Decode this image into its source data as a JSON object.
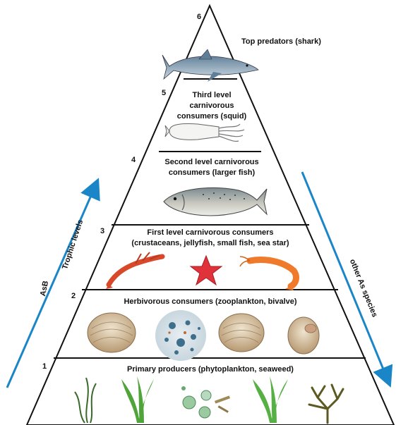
{
  "pyramid": {
    "levels": [
      {
        "number": "6",
        "lines": [
          "Top predators (shark)"
        ]
      },
      {
        "number": "5",
        "lines": [
          "Third level",
          "carnivorous",
          "consumers (squid)"
        ]
      },
      {
        "number": "4",
        "lines": [
          "Second level carnivorous",
          "consumers (larger fish)"
        ]
      },
      {
        "number": "3",
        "lines": [
          "First level carnivorous consumers",
          "(crustaceans, jellyfish, small fish, sea star)"
        ]
      },
      {
        "number": "2",
        "lines": [
          "Herbivorous consumers (zooplankton, bivalve)"
        ]
      },
      {
        "number": "1",
        "lines": [
          "Primary producers (phytoplankton, seaweed)"
        ]
      }
    ]
  },
  "side_labels": {
    "left_outer": "AsB",
    "left_inner": "Trophic levels",
    "right": "other As species"
  },
  "colors": {
    "outline": "#111111",
    "arrow": "#1a86c8"
  }
}
